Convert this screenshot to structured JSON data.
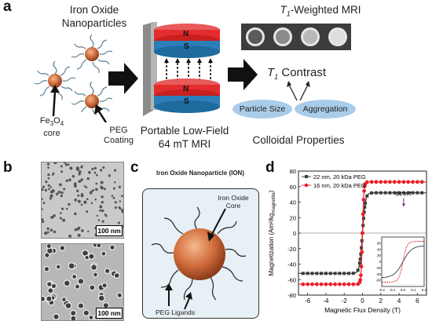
{
  "panel_a": {
    "letter": "a",
    "ion_title_line1": "Iron Oxide",
    "ion_title_line2": "Nanoparticles",
    "core_label_prefix": "Fe",
    "core_label_sub1": "3",
    "core_label_mid": "O",
    "core_label_sub2": "4",
    "core_label_line2": "core",
    "peg_label_line1": "PEG",
    "peg_label_line2": "Coating",
    "magnet_north": "N",
    "magnet_south": "S",
    "mri_label_line1": "Portable Low-Field",
    "mri_label_line2": "64 mT MRI",
    "weighted_prefix": "T",
    "weighted_sub": "1",
    "weighted_suffix": "-Weighted MRI",
    "contrast_prefix": "T",
    "contrast_sub": "1",
    "contrast_suffix": " Contrast",
    "ellipse_particle_size": "Particle Size",
    "ellipse_aggregation": "Aggregation",
    "colloidal_label": "Colloidal Properties"
  },
  "panel_b": {
    "letter": "b",
    "scalebar_top": "100 nm",
    "scalebar_bottom": "100 nm"
  },
  "panel_c": {
    "letter": "c",
    "title": "Iron Oxide Nanoparticle (ION)",
    "core_label_line1": "Iron Oxide",
    "core_label_line2": "Core",
    "ligand_label": "PEG Ligands"
  },
  "panel_d": {
    "letter": "d",
    "chart_data": {
      "type": "line",
      "xlabel": "Magnetic Flux Density (T)",
      "ylabel": "Magnetization (Am²/kg",
      "ylabel_sub": "magnetite",
      "ylabel_suffix": ")",
      "xlim": [
        -7,
        7
      ],
      "ylim": [
        -80,
        80
      ],
      "xticks": [
        "-6",
        "-4",
        "-2",
        "0",
        "2",
        "4",
        "6"
      ],
      "yticks": [
        "-80",
        "-60",
        "-40",
        "-20",
        "0",
        "20",
        "40",
        "60",
        "80"
      ],
      "annotation": "64 mT",
      "annotation_x": 4.5,
      "series": [
        {
          "name": "22 nm, 20 kDa PEG",
          "color": "#3b3b3b",
          "marker": "square",
          "saturation": 52
        },
        {
          "name": "16 nm, 20 kDa PEG",
          "color": "#e8222a",
          "marker": "circle",
          "saturation": 66
        }
      ],
      "inset": {
        "xlim": [
          -0.2,
          0.2
        ],
        "ylim": [
          -80,
          80
        ],
        "xticks": [
          "-0.2",
          "-0.1",
          "0.0",
          "0.1",
          "0.2"
        ],
        "yticks": [
          "-60",
          "-40",
          "-20",
          "0",
          "20",
          "40",
          "60"
        ]
      }
    }
  }
}
